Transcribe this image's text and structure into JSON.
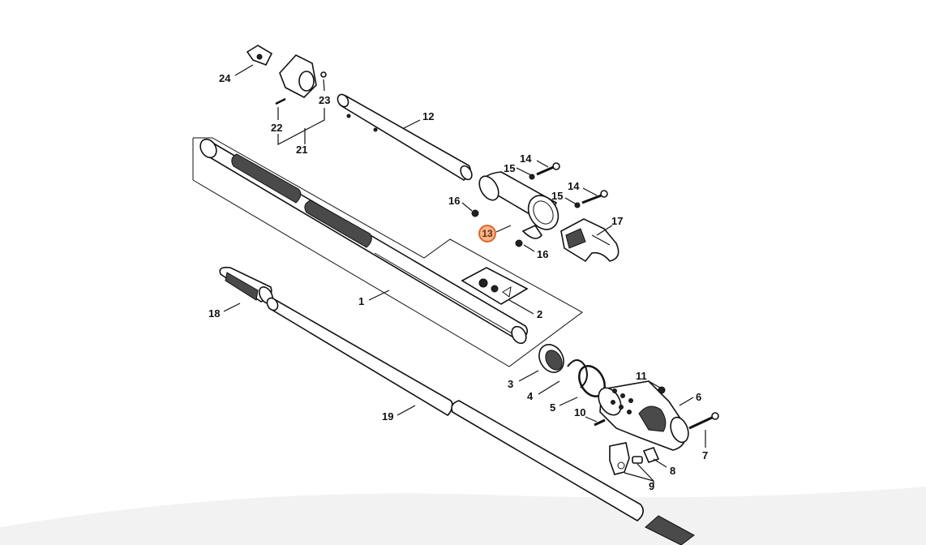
{
  "diagram": {
    "callouts": [
      {
        "id": "c1",
        "label": "1"
      },
      {
        "id": "c2",
        "label": "2"
      },
      {
        "id": "c3",
        "label": "3"
      },
      {
        "id": "c4",
        "label": "4"
      },
      {
        "id": "c5",
        "label": "5"
      },
      {
        "id": "c6",
        "label": "6"
      },
      {
        "id": "c7",
        "label": "7"
      },
      {
        "id": "c8",
        "label": "8"
      },
      {
        "id": "c9",
        "label": "9"
      },
      {
        "id": "c10",
        "label": "10"
      },
      {
        "id": "c11",
        "label": "11"
      },
      {
        "id": "c12",
        "label": "12"
      },
      {
        "id": "c13",
        "label": "13",
        "highlighted": true
      },
      {
        "id": "c14a",
        "label": "14"
      },
      {
        "id": "c14b",
        "label": "14"
      },
      {
        "id": "c15a",
        "label": "15"
      },
      {
        "id": "c15b",
        "label": "15"
      },
      {
        "id": "c16a",
        "label": "16"
      },
      {
        "id": "c16b",
        "label": "16"
      },
      {
        "id": "c17",
        "label": "17"
      },
      {
        "id": "c18",
        "label": "18"
      },
      {
        "id": "c19",
        "label": "19"
      },
      {
        "id": "c21",
        "label": "21"
      },
      {
        "id": "c22",
        "label": "22"
      },
      {
        "id": "c23",
        "label": "23"
      },
      {
        "id": "c24",
        "label": "24"
      }
    ],
    "highlight_color": "#e0662a"
  }
}
